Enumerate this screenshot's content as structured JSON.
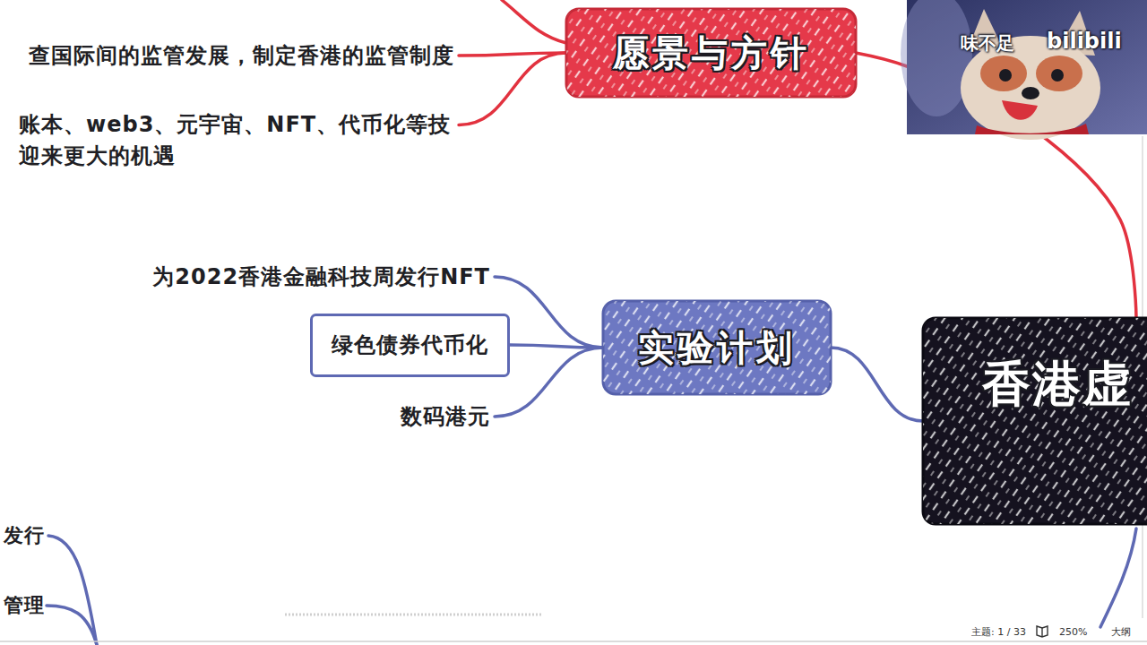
{
  "diagram": {
    "nodes": [
      {
        "text": [
          "查国际间的监管发展，制定香港的监管制度"
        ]
      },
      {
        "text": [
          "账本、web3、元宇宙、NFT、代币化等技 迎来更大的机遇"
        ]
      },
      {
        "text": [
          "愿景与方针"
        ]
      },
      {
        "text": [
          "为2022香港金融科技周发行NFT"
        ]
      },
      {
        "text": [
          "绿色债券代币化"
        ]
      },
      {
        "text": [
          "数码港元"
        ]
      },
      {
        "text": [
          "实验计划"
        ]
      },
      {
        "text": [
          "香港虚"
        ]
      },
      {
        "text": [
          "发行"
        ]
      },
      {
        "text": [
          "管理"
        ]
      }
    ],
    "edges": [
      {
        "from": 2,
        "to": 0,
        "arrow": "none"
      },
      {
        "from": 2,
        "to": 1,
        "arrow": "none"
      },
      {
        "from": 7,
        "to": 2,
        "arrow": "none"
      },
      {
        "from": 6,
        "to": 3,
        "arrow": "none"
      },
      {
        "from": 6,
        "to": 4,
        "arrow": "none"
      },
      {
        "from": 6,
        "to": 5,
        "arrow": "none"
      },
      {
        "from": 7,
        "to": 6,
        "arrow": "none"
      }
    ],
    "labels": [
      "味不足",
      "bilibili",
      "主题: 1 / 33",
      "250%",
      "大纲"
    ]
  }
}
